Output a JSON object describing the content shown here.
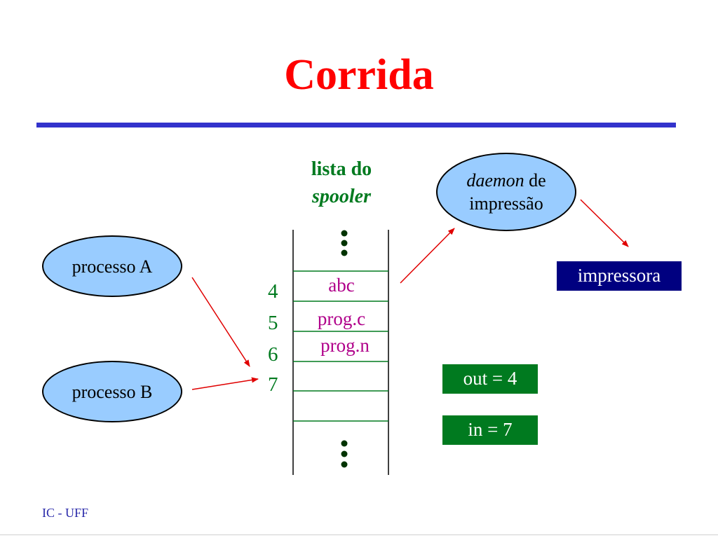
{
  "title": "Corrida",
  "spooler_label": {
    "line1": "lista do",
    "line2": "spooler"
  },
  "processes": {
    "a": "processo A",
    "b": "processo B"
  },
  "daemon": {
    "word_italic": "daemon",
    "word_rest": "de",
    "line2": "impressão"
  },
  "printer": "impressora",
  "slots": [
    {
      "number": "4",
      "content": "abc"
    },
    {
      "number": "5",
      "content": "prog.c"
    },
    {
      "number": "6",
      "content": "prog.n"
    },
    {
      "number": "7",
      "content": ""
    }
  ],
  "out_label": "out = 4",
  "in_label": "in = 7",
  "footer": "IC - UFF",
  "colors": {
    "title": "#ff0000",
    "rule": "#3333cc",
    "label_green": "#007a1f",
    "slot_text": "#b0008a",
    "ellipse_fill": "#99ccff",
    "printer_bg": "#000080",
    "arrow": "#e00000"
  }
}
